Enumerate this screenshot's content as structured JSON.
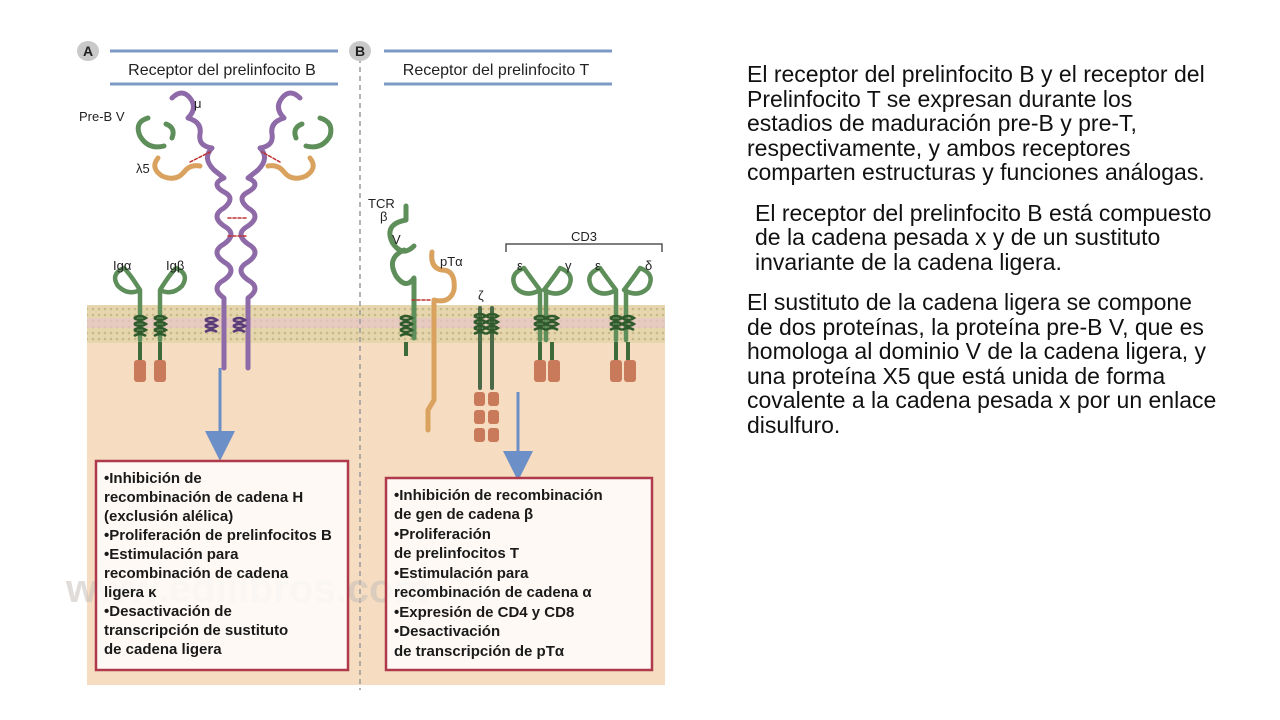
{
  "diagram": {
    "panel_a": {
      "letter": "A",
      "title": "Receptor del prelinfocito B",
      "labels": {
        "pre_b_v": "Pre-B V",
        "mu": "μ",
        "lambda5": "λ5",
        "ig_alpha": "Igα",
        "ig_beta": "Igβ"
      },
      "box_lines": [
        "•Inhibición de",
        " recombinación de cadena H",
        " (exclusión alélica)",
        "•Proliferación de prelinfocitos B",
        "•Estimulación para",
        " recombinación de cadena",
        " ligera κ",
        "•Desactivación de",
        " transcripción de sustituto",
        " de cadena ligera"
      ]
    },
    "panel_b": {
      "letter": "B",
      "title": "Receptor del prelinfocito T",
      "labels": {
        "tcr": "TCR",
        "beta": "β",
        "v": "V",
        "pt_alpha": "pTα",
        "zeta": "ζ",
        "cd3": "CD3",
        "epsilon1": "ε",
        "gamma": "γ",
        "epsilon2": "ε",
        "delta": "δ"
      },
      "box_lines": [
        "•Inhibición de recombinación",
        " de gen de cadena β",
        "•Proliferación",
        " de prelinfocitos T",
        "•Estimulación para",
        " recombinación de cadena α",
        "•Expresión de CD4 y CD8",
        "•Desactivación",
        " de transcripción de pTα"
      ]
    },
    "watermark": "www.edilibros.com",
    "colors": {
      "purple": "#8e6aa8",
      "green": "#5e8f5a",
      "orange": "#d9a25e",
      "membrane": "#e3d2a8",
      "cytoplasm": "#f6dcc0",
      "box_border": "#b03a4b",
      "arrow": "#6d8fc8",
      "title_bar": "#7c9ac4"
    }
  },
  "text": {
    "p1": "El receptor del prelinfocito B y el receptor del Prelinfocito T se expresan durante los estadios de maduración pre-B y pre-T, respectivamente, y ambos receptores comparten estructuras y funciones análogas.",
    "p2": "El receptor del prelinfocito B está compuesto de la cadena pesada x y de un sustituto invariante de la cadena ligera.",
    "p3": "El sustituto de la cadena ligera se compone de dos proteínas, la proteína pre-B V, que es homologa al dominio V de la cadena ligera, y una proteína X5 que está unida de forma covalente a la cadena pesada x por un enlace disulfuro."
  }
}
